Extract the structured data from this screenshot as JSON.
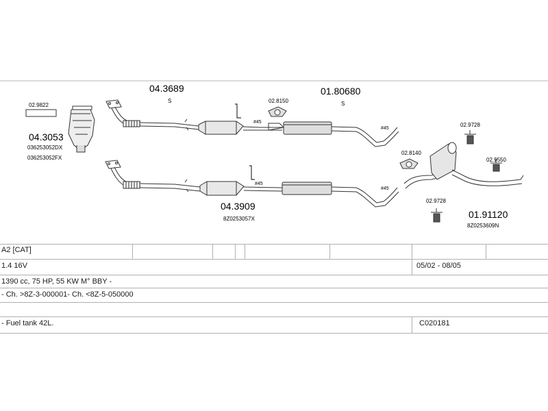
{
  "diagram": {
    "parts": {
      "p1": {
        "number": "04.3053",
        "codes": [
          "036253052DX",
          "036253052FX"
        ]
      },
      "p2": {
        "number": "04.3689",
        "sub": "S"
      },
      "p3": {
        "number": "01.80680",
        "sub": "S"
      },
      "p4": {
        "number": "04.3909",
        "codes": [
          "8Z0253057X"
        ]
      },
      "p5": {
        "number": "01.91120",
        "codes": [
          "8Z0253609N"
        ]
      }
    },
    "small_parts": {
      "s1": "02.9822",
      "s2": "02.8150",
      "s3": "02.9728",
      "s4": "02.8140",
      "s5": "02.9550",
      "s6": "02.9728"
    },
    "annotations": {
      "a1": "#45",
      "a2": "#45",
      "a3": "#45",
      "a4": "#45"
    }
  },
  "vehicle_table": {
    "model": "A2  [CAT]",
    "engine": "1.4 16V",
    "date_range": "05/02 - 08/05",
    "specs": "1390 cc, 75 HP, 55 KW M° BBY -",
    "chassis": "- Ch. >8Z-3-000001- Ch. <8Z-5-050000",
    "note": "- Fuel tank 42L.",
    "ref_code": "C020181"
  }
}
